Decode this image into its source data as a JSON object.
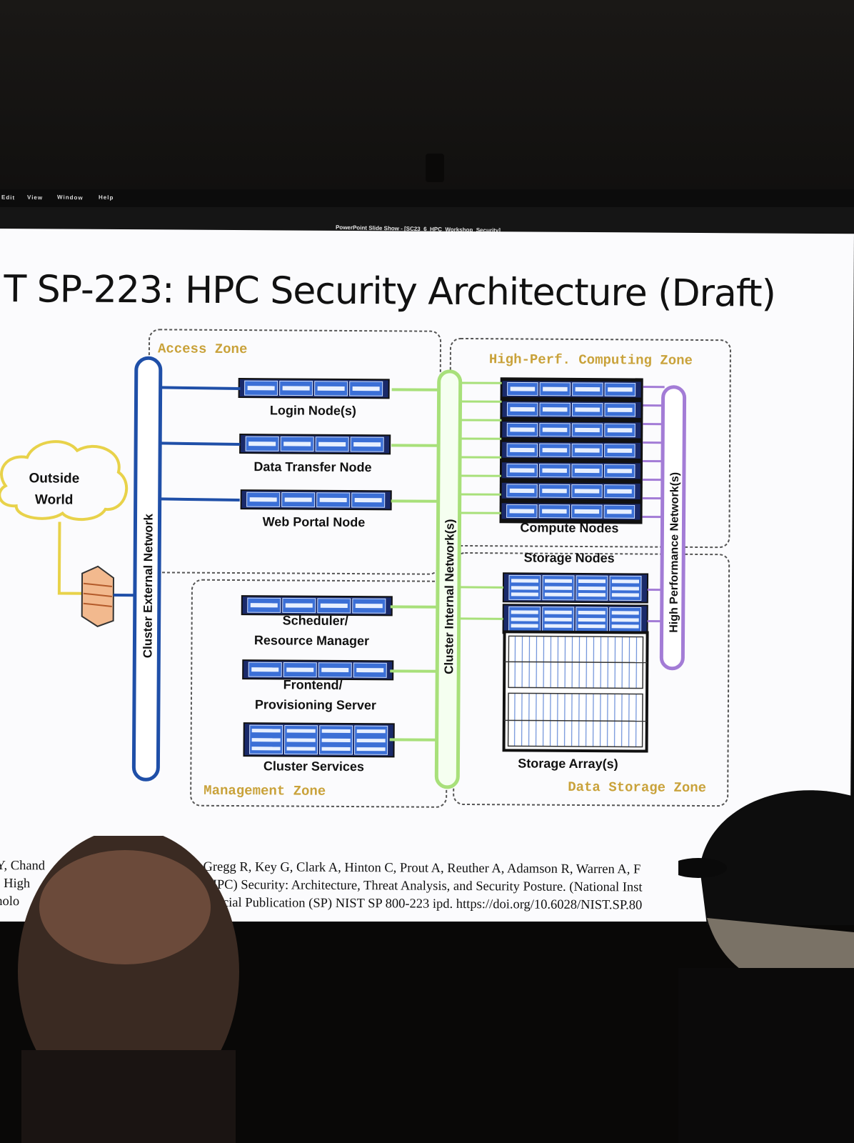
{
  "window": {
    "menu_items": [
      "Edit",
      "View",
      "Window",
      "Help"
    ],
    "title": "PowerPoint Slide Show - [SC23_6_HPC_Workshop_Security]"
  },
  "slide": {
    "title": "T SP-223: HPC Security Architecture (Draft)",
    "zones": {
      "access": "Access Zone",
      "hpc": "High-Perf. Computing Zone",
      "management": "Management Zone",
      "storage": "Data Storage Zone"
    },
    "networks": {
      "external": "Cluster External Network",
      "internal": "Cluster Internal Network(s)",
      "high_performance": "High Performance Network(s)"
    },
    "cloud_label": [
      "Outside",
      "World"
    ],
    "nodes": {
      "login": "Login Node(s)",
      "data_transfer": "Data Transfer Node",
      "web_portal": "Web Portal Node",
      "scheduler": [
        "Scheduler/",
        "Resource Manager"
      ],
      "frontend": [
        "Frontend/",
        "Provisioning Server"
      ],
      "cluster_services": "Cluster Services",
      "compute": "Compute Nodes",
      "storage_nodes": "Storage Nodes",
      "storage_array": "Storage Array(s)"
    },
    "reference": {
      "left": [
        "Y, Chand",
        ") High",
        "nolo"
      ],
      "right": [
        "Gregg R, Key G, Clark A, Hinton C, Prout A, Reuther A, Adamson R, Warren A, F",
        "(HPC) Security: Architecture, Threat Analysis, and Security Posture. (National Inst",
        "Special Publication (SP) NIST SP 800-223 ipd. https://doi.org/10.6028/NIST.SP.80"
      ]
    }
  },
  "colors": {
    "external_network": "#1f4fa8",
    "internal_network": "#a8e07a",
    "high_perf_network": "#a37cd6",
    "cloud": "#e8d24a",
    "zone_label": "#c9a23a",
    "server_fill": "#3b6fd6"
  }
}
